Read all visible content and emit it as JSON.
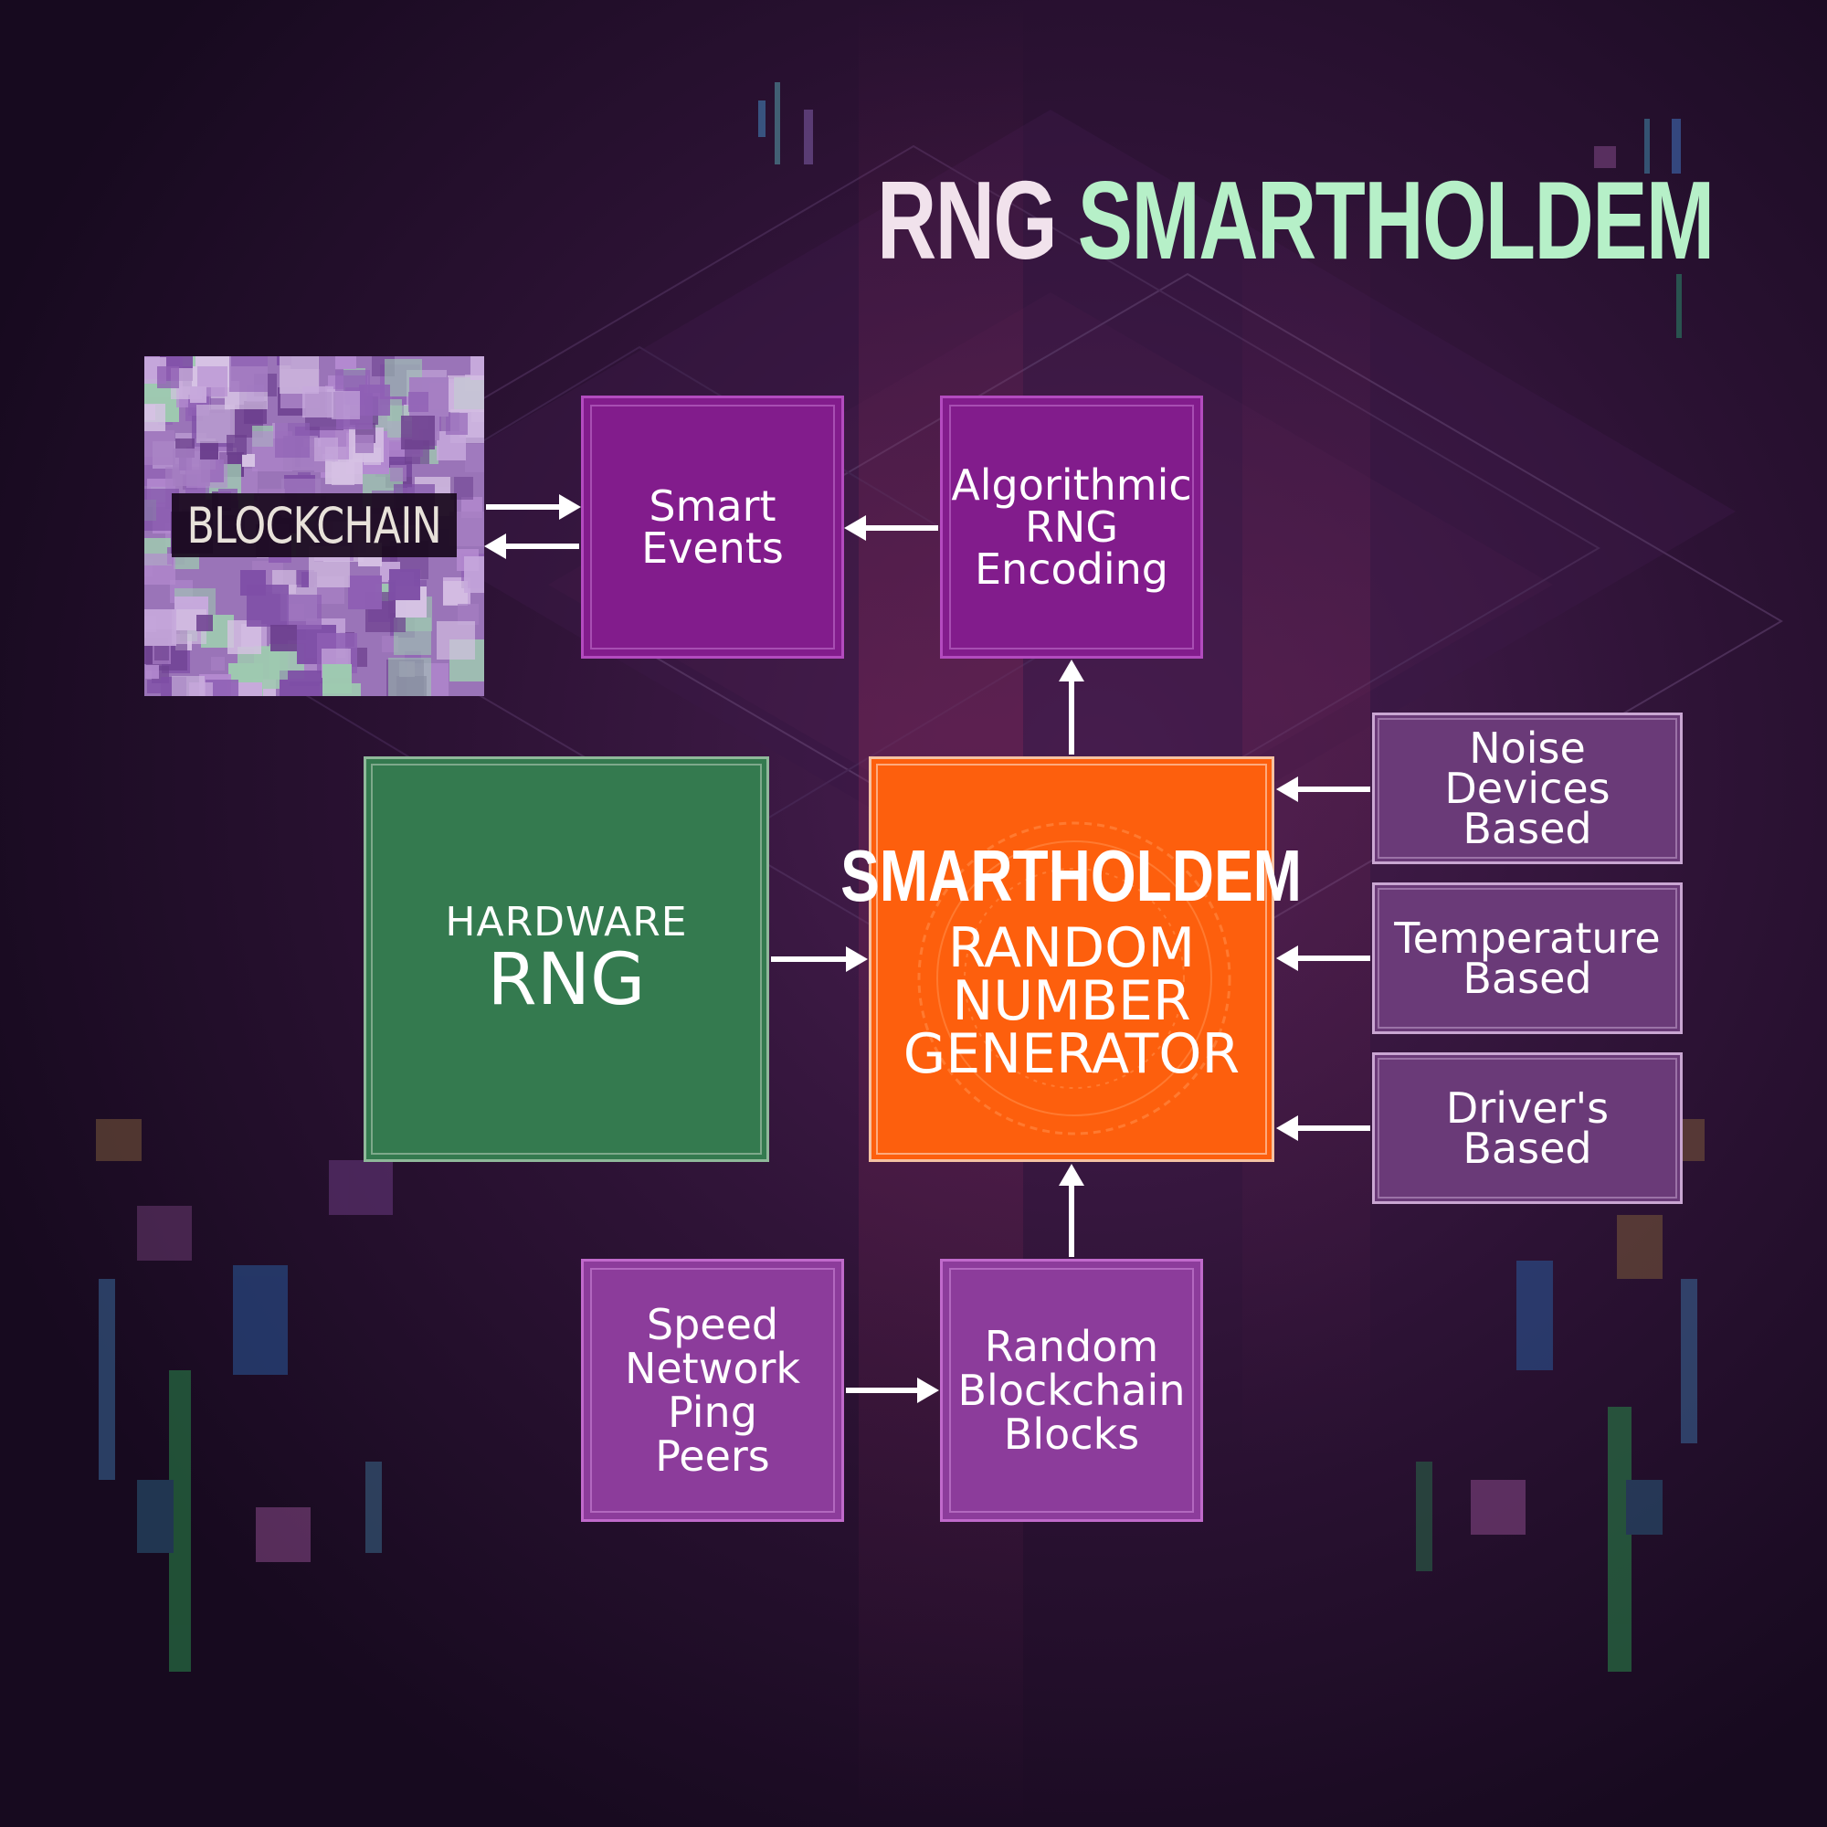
{
  "title": {
    "part1": "RNG",
    "part2": "SMARTHOLDEM"
  },
  "colors": {
    "background": "#1e0c28",
    "title_main": "#f1e2ec",
    "title_accent": "#b6f0c8",
    "box_purple": "#821c8c",
    "box_source": "#6a3a78",
    "box_green": "#347a4f",
    "box_orange": "#fd5f0d",
    "arrow": "#ffffff"
  },
  "nodes": {
    "blockchain": {
      "label": "BLOCKCHAIN"
    },
    "smart_events": {
      "lines": [
        "Smart",
        "Events"
      ]
    },
    "algorithmic": {
      "lines": [
        "Algorithmic",
        "RNG",
        "Encoding"
      ]
    },
    "hardware": {
      "sub": "HARDWARE",
      "main": "RNG"
    },
    "generator": {
      "brand": "SMARTHOLDEM",
      "lines": [
        "RANDOM",
        "NUMBER",
        "GENERATOR"
      ]
    },
    "noise": {
      "lines": [
        "Noise",
        "Devices",
        "Based"
      ]
    },
    "temperature": {
      "lines": [
        "Temperature",
        "Based"
      ]
    },
    "drivers": {
      "lines": [
        "Driver's",
        "Based"
      ]
    },
    "speed": {
      "lines": [
        "Speed",
        "Network",
        "Ping",
        "Peers"
      ]
    },
    "random_blocks": {
      "lines": [
        "Random",
        "Blockchain",
        "Blocks"
      ]
    }
  },
  "edges": [
    {
      "from": "blockchain",
      "to": "smart_events"
    },
    {
      "from": "smart_events",
      "to": "blockchain"
    },
    {
      "from": "algorithmic",
      "to": "smart_events"
    },
    {
      "from": "generator",
      "to": "algorithmic"
    },
    {
      "from": "hardware",
      "to": "generator"
    },
    {
      "from": "noise",
      "to": "generator"
    },
    {
      "from": "temperature",
      "to": "generator"
    },
    {
      "from": "drivers",
      "to": "generator"
    },
    {
      "from": "random_blocks",
      "to": "generator"
    },
    {
      "from": "speed",
      "to": "random_blocks"
    }
  ]
}
